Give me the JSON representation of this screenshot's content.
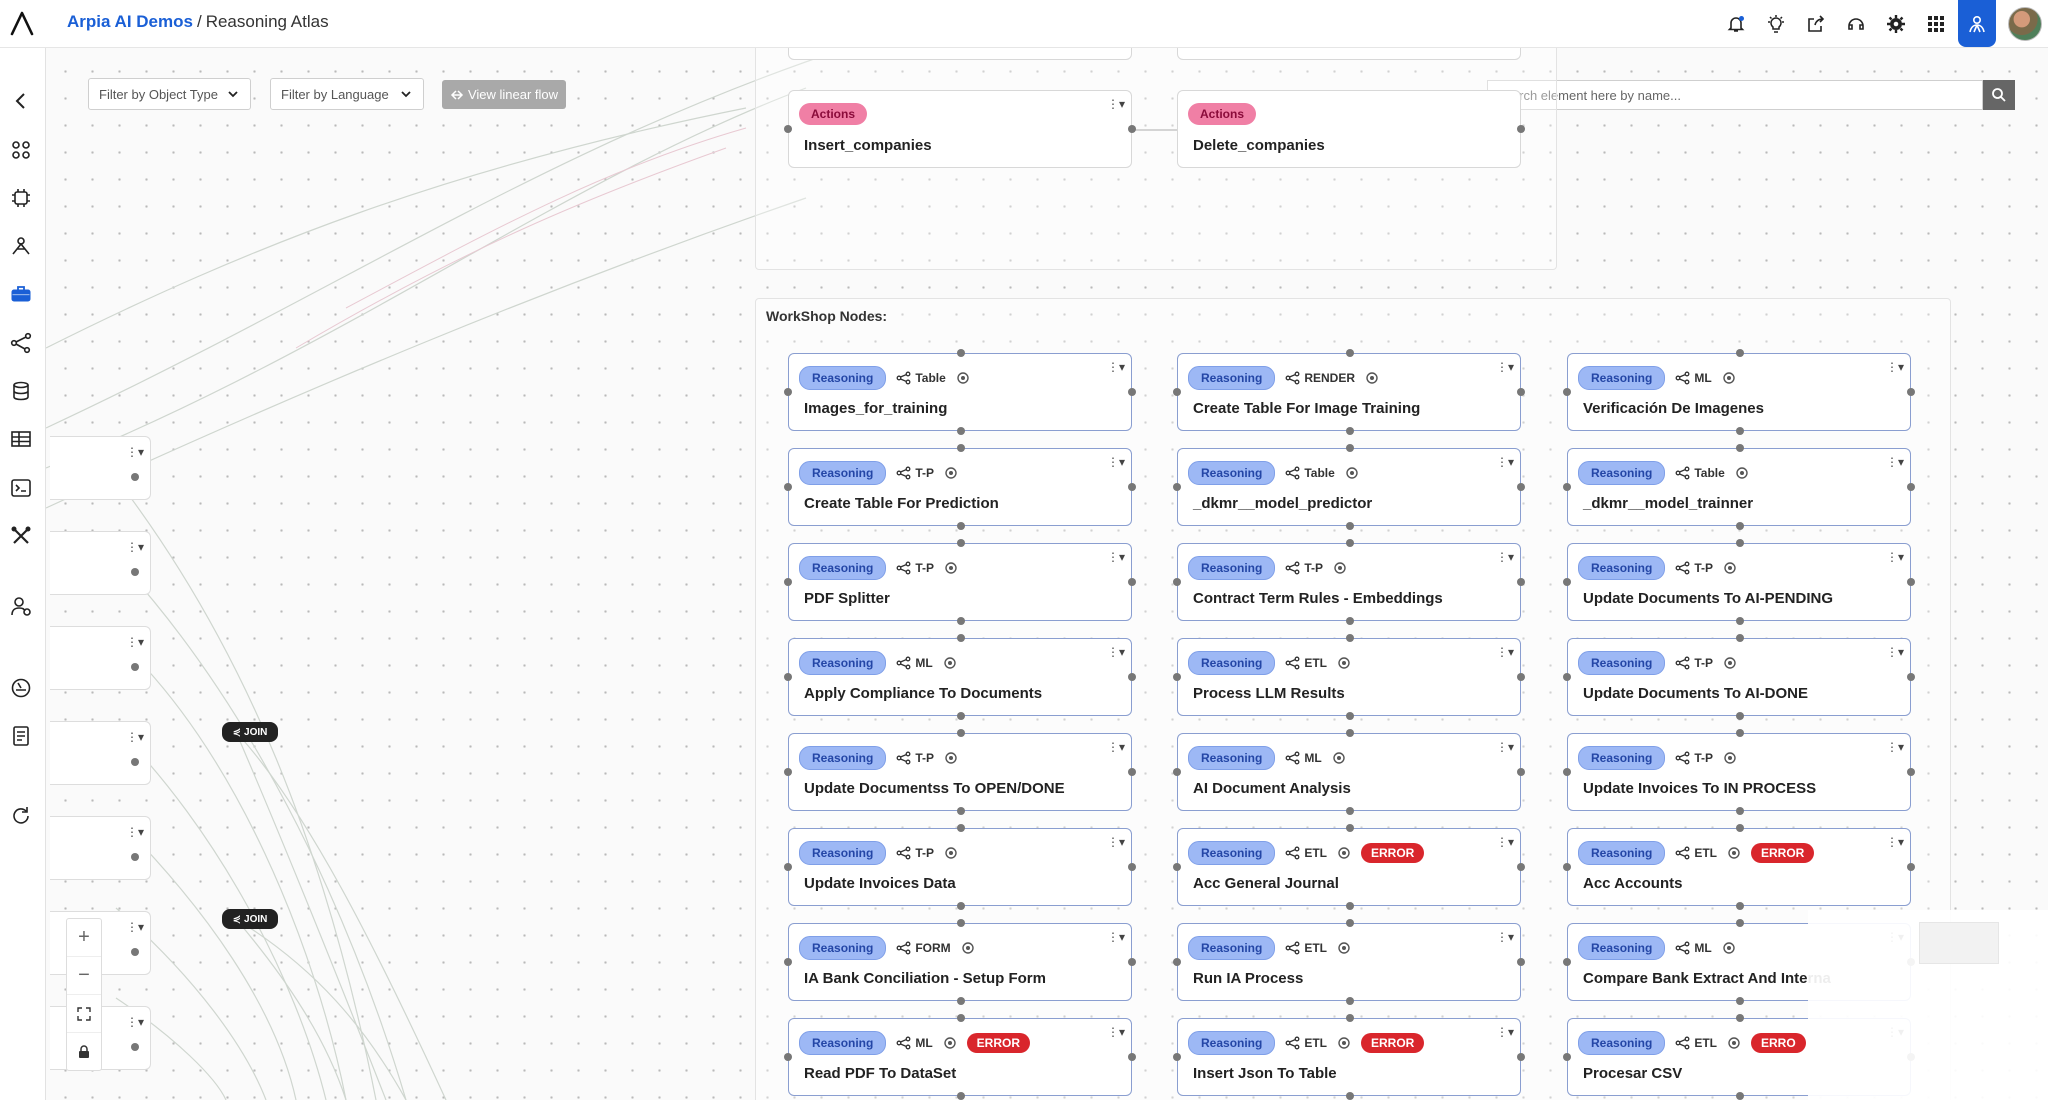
{
  "breadcrumb": {
    "workspace": "Arpia AI Demos",
    "separator": "/",
    "page": "Reasoning Atlas"
  },
  "filters": {
    "object_type_placeholder": "Filter by Object Type",
    "language_placeholder": "Filter by Language",
    "view_linear_flow": "View linear flow"
  },
  "search": {
    "placeholder": "Search element here by name..."
  },
  "groups": {
    "workshop_title": "WorkShop Nodes:"
  },
  "join_label": "JOIN",
  "action_nodes": [
    {
      "badge": "Actions",
      "name": "Insert_companies"
    },
    {
      "badge": "Actions",
      "name": "Delete_companies"
    }
  ],
  "workshop_nodes": [
    {
      "badge": "Reasoning",
      "type": "Table",
      "name": "Images_for_training",
      "status": ""
    },
    {
      "badge": "Reasoning",
      "type": "RENDER",
      "name": "Create Table For Image Training",
      "status": ""
    },
    {
      "badge": "Reasoning",
      "type": "ML",
      "name": "Verificación De Imagenes",
      "status": ""
    },
    {
      "badge": "Reasoning",
      "type": "T-P",
      "name": "Create Table For Prediction",
      "status": ""
    },
    {
      "badge": "Reasoning",
      "type": "Table",
      "name": "_dkmr__model_predictor",
      "status": ""
    },
    {
      "badge": "Reasoning",
      "type": "Table",
      "name": "_dkmr__model_trainner",
      "status": ""
    },
    {
      "badge": "Reasoning",
      "type": "T-P",
      "name": "PDF Splitter",
      "status": ""
    },
    {
      "badge": "Reasoning",
      "type": "T-P",
      "name": "Contract Term Rules - Embeddings",
      "status": ""
    },
    {
      "badge": "Reasoning",
      "type": "T-P",
      "name": "Update Documents To AI-PENDING",
      "status": ""
    },
    {
      "badge": "Reasoning",
      "type": "ML",
      "name": "Apply Compliance To Documents",
      "status": ""
    },
    {
      "badge": "Reasoning",
      "type": "ETL",
      "name": "Process LLM Results",
      "status": ""
    },
    {
      "badge": "Reasoning",
      "type": "T-P",
      "name": "Update Documents To AI-DONE",
      "status": ""
    },
    {
      "badge": "Reasoning",
      "type": "T-P",
      "name": "Update Documentss To OPEN/DONE",
      "status": ""
    },
    {
      "badge": "Reasoning",
      "type": "ML",
      "name": "AI Document Analysis",
      "status": ""
    },
    {
      "badge": "Reasoning",
      "type": "T-P",
      "name": "Update Invoices To IN PROCESS",
      "status": ""
    },
    {
      "badge": "Reasoning",
      "type": "T-P",
      "name": "Update Invoices Data",
      "status": ""
    },
    {
      "badge": "Reasoning",
      "type": "ETL",
      "name": "Acc General Journal",
      "status": "ERROR"
    },
    {
      "badge": "Reasoning",
      "type": "ETL",
      "name": "Acc Accounts",
      "status": "ERROR"
    },
    {
      "badge": "Reasoning",
      "type": "FORM",
      "name": "IA Bank Conciliation - Setup Form",
      "status": ""
    },
    {
      "badge": "Reasoning",
      "type": "ETL",
      "name": "Run IA Process",
      "status": ""
    },
    {
      "badge": "Reasoning",
      "type": "ML",
      "name": "Compare Bank Extract And Interna",
      "status": ""
    },
    {
      "badge": "Reasoning",
      "type": "ML",
      "name": "Read PDF To DataSet",
      "status": "ERROR"
    },
    {
      "badge": "Reasoning",
      "type": "ETL",
      "name": "Insert Json To Table",
      "status": "ERROR"
    },
    {
      "badge": "Reasoning",
      "type": "ETL",
      "name": "Procesar CSV",
      "status": "ERRO"
    }
  ],
  "zoom_controls": {
    "zoom_in": "+",
    "zoom_out": "−"
  },
  "colors": {
    "accent": "#1a5fd6",
    "reasoning_badge": "#9db8f5",
    "actions_badge": "#f07fa5",
    "error": "#d9262c"
  }
}
